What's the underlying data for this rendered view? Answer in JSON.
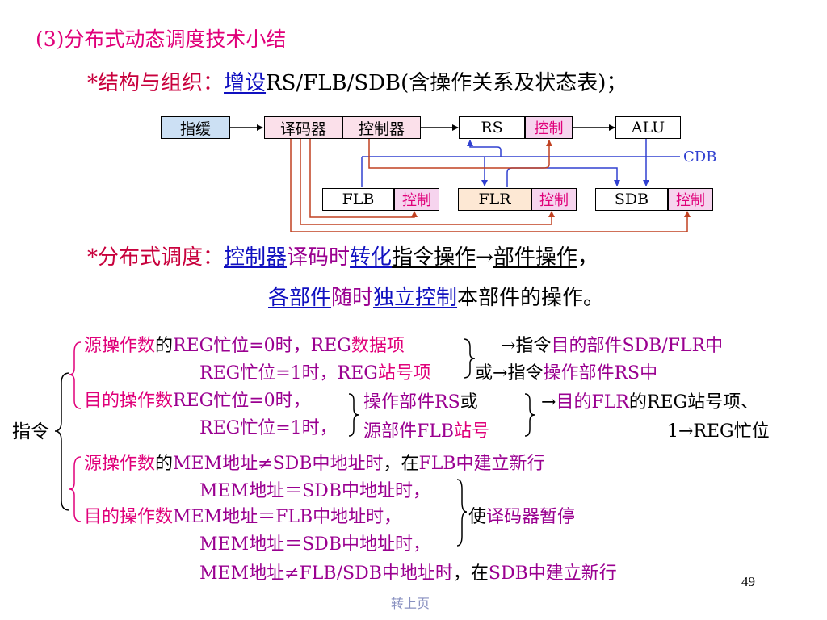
{
  "section_title": "(3)分布式动态调度技术小结",
  "structure": {
    "bullet": "*",
    "label": "结构与组织：",
    "added": "增设",
    "rest": "RS/FLB/SDB(含操作关系及状态表)；"
  },
  "diagram": {
    "buffer": "指缓",
    "decoder": "译码器",
    "controller": "控制器",
    "rs": "RS",
    "alu": "ALU",
    "control": "控制",
    "flb": "FLB",
    "flr": "FLR",
    "sdb": "SDB",
    "cdb": "CDB",
    "colors": {
      "box_blue": "#cce0f4",
      "box_pink": "#fbe0ea",
      "box_peach": "#fde8d4",
      "box_white": "#ffffff",
      "ctrl_fill": "#f6d4ee",
      "ctrl_text": "#e0007a",
      "blue_line": "#3040d0",
      "red_line": "#c04020"
    }
  },
  "scheduling": {
    "bullet": "*",
    "label": "分布式调度：",
    "p1": "控制器",
    "p2": "译码时",
    "p3": "转化",
    "p4": "指令操作",
    "arrow": "→",
    "p5": "部件操作",
    "comma": "，",
    "p6": "各部件",
    "p7": "随时",
    "p8": "独立控制",
    "p9": "本部件的操作。"
  },
  "instr": {
    "label": "指令",
    "l1a": "源操作数",
    "l1b": "的",
    "l1c": "REG忙位=0时，REG",
    "l1d": "数据项",
    "l1e": "→指令",
    "l1f": "目的部件SDB/FLR中",
    "l2a": "REG忙位=1时，REG",
    "l2b": "站号项",
    "l2c": "或",
    "l2d": "→指令",
    "l2e": "操作部件RS中",
    "l3a": "目的操作数",
    "l3b": "REG忙位=0时，",
    "l3c": "操作部件RS",
    "l3d": "或",
    "l3e": "→",
    "l3f": "目的FLR",
    "l3g": "的REG站号项、",
    "l4a": "REG忙位=1时，",
    "l4b": "源部件FLB",
    "l4c": "站号",
    "l4d": "1→REG忙位",
    "m1a": "源操作数",
    "m1b": "的",
    "m1c": "MEM地址≠SDB中地址时",
    "m1d": "，在",
    "m1e": "FLB中建立新行",
    "m2": "MEM地址＝SDB中地址时，",
    "m3a": "目的操作数",
    "m3b": "MEM地址＝FLB中地址时，",
    "m3c": "使",
    "m3d": "译码器暂停",
    "m4": "MEM地址＝SDB中地址时，",
    "m5a": "MEM地址≠FLB/SDB中地址时",
    "m5b": "，在",
    "m5c": "SDB中建立新行"
  },
  "page_number": "49",
  "footer_link": "转上页"
}
